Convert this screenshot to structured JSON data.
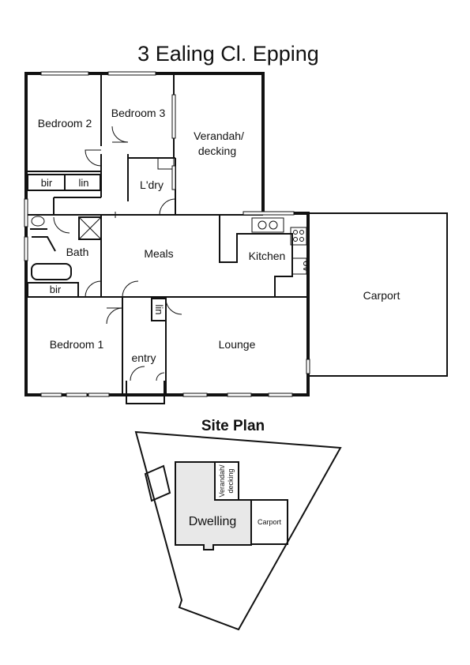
{
  "title": "3 Ealing Cl. Epping",
  "rooms": {
    "bedroom2": "Bedroom 2",
    "bedroom3": "Bedroom 3",
    "verandah_line1": "Verandah/",
    "verandah_line2": "decking",
    "laundry": "L'dry",
    "bir_top": "bir",
    "lin_top": "lin",
    "bath": "Bath",
    "meals": "Meals",
    "kitchen": "Kitchen",
    "ov": "ov",
    "bir_bottom": "bir",
    "lin_bottom": "lin",
    "bedroom1": "Bedroom 1",
    "entry": "entry",
    "lounge": "Lounge",
    "carport": "Carport"
  },
  "site_plan": {
    "title": "Site Plan",
    "dwelling": "Dwelling",
    "carport": "Carport",
    "verandah_line1": "Verandah/",
    "verandah_line2": "decking"
  }
}
